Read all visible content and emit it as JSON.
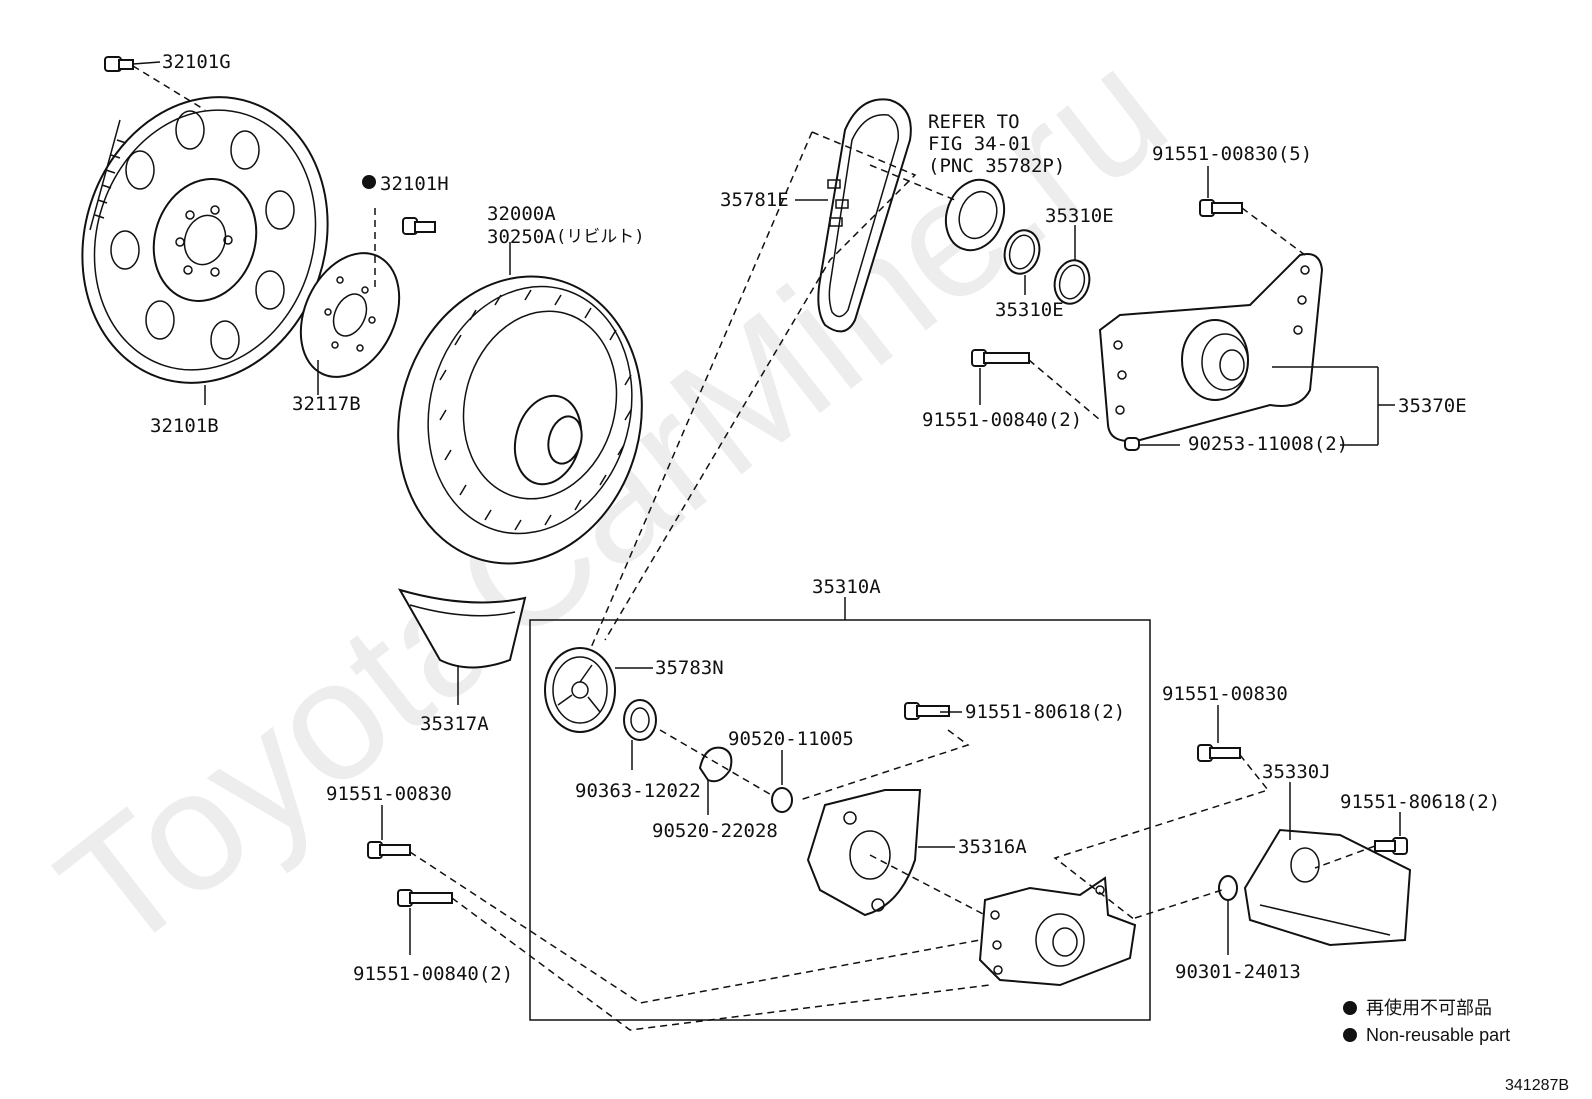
{
  "watermark": "ToyotaCarMine.ru",
  "figure_code": "341287B",
  "reference_note": [
    "REFER TO",
    "FIG 34-01",
    "(PNC 35782P)"
  ],
  "legend": {
    "ja": "再使用不可部品",
    "en": "Non-reusable part"
  },
  "labels": {
    "p32101G": "32101G",
    "p32101H": "32101H",
    "p32101B": "32101B",
    "p32117B": "32117B",
    "p32000A": "32000A",
    "p30250A": "30250A",
    "p30250A_note": "(リビルト)",
    "p35781E": "35781E",
    "p35310E_a": "35310E",
    "p35310E_b": "35310E",
    "p91551_00830_5": "91551-00830(5)",
    "p91551_00840_2_top": "91551-00840(2)",
    "p90253_11008_2": "90253-11008(2)",
    "p35370E": "35370E",
    "p35310A": "35310A",
    "p35317A": "35317A",
    "p35783N": "35783N",
    "p91551_80618_2_mid": "91551-80618(2)",
    "p90520_11005": "90520-11005",
    "p90363_12022": "90363-12022",
    "p90520_22028": "90520-22028",
    "p35316A": "35316A",
    "p91551_00830_left": "91551-00830",
    "p91551_00840_2_bot": "91551-00840(2)",
    "p91551_00830_right": "91551-00830",
    "p35330J": "35330J",
    "p91551_80618_2_right": "91551-80618(2)",
    "p90301_24013": "90301-24013"
  }
}
